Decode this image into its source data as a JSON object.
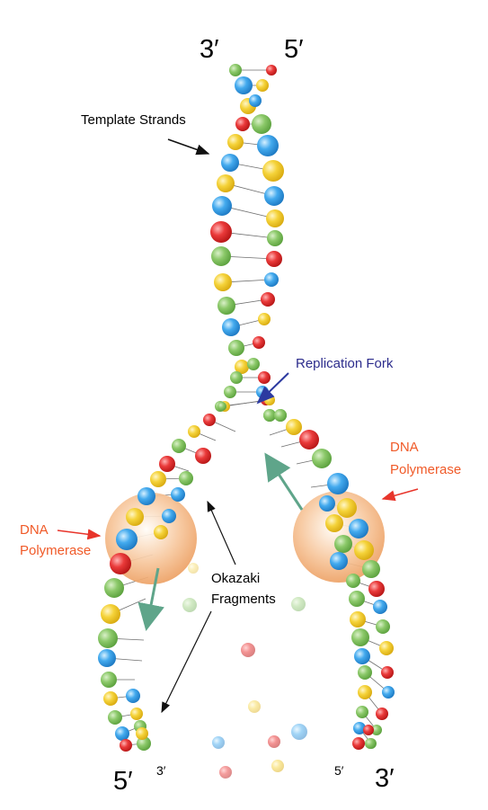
{
  "labels": {
    "top_left_end": "3′",
    "top_right_end": "5′",
    "template_strands": "Template Strands",
    "replication_fork": "Replication Fork",
    "dna_polymerase_left_1": "DNA",
    "dna_polymerase_left_2": "Polymerase",
    "dna_polymerase_right_1": "DNA",
    "dna_polymerase_right_2": "Polymerase",
    "okazaki_1": "Okazaki",
    "okazaki_2": "Fragments",
    "bottom_left_big": "5′",
    "bottom_left_small": "3′",
    "bottom_right_small": "5′",
    "bottom_right_big": "3′"
  },
  "colors": {
    "green": "#7cbf5a",
    "red": "#e63030",
    "blue": "#3aa3e8",
    "yellow": "#f2cf2a",
    "polymerase": "#f3a766",
    "label_orange": "#f05a28",
    "label_navy": "#2c2c8c",
    "text": "#000000"
  },
  "icons": [
    "nucleotide-bead",
    "dna-polymerase-sphere",
    "arrow-pointer"
  ]
}
